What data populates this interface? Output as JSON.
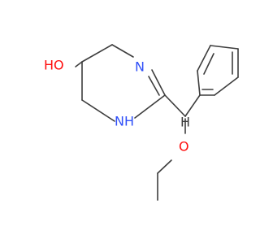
{
  "molecule": {
    "atoms": {
      "hydroxyl": "HO",
      "ring_nitrogen": "N",
      "ring_nh": "NH",
      "methine_h": "H",
      "ether_oxygen": "O"
    },
    "colors": {
      "bond": "#3d3d3d",
      "oxygen": "#ff0d0d",
      "nitrogen": "#3050f8",
      "hydrogen": "#3d3d3d",
      "background": "#ffffff"
    }
  }
}
